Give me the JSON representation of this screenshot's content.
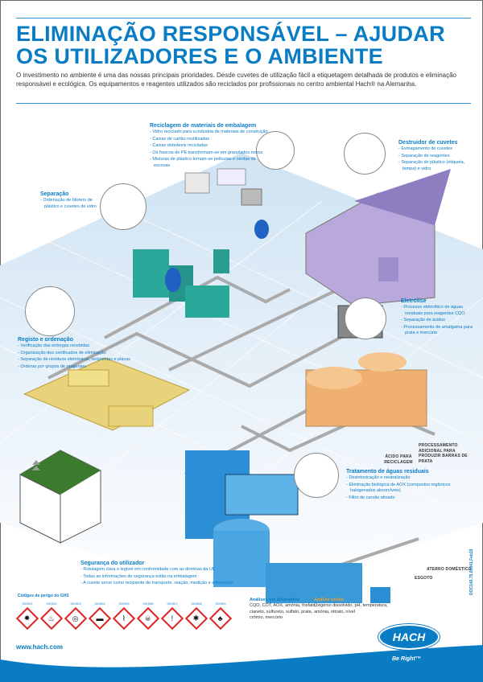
{
  "header": {
    "title_line1": "ELIMINAÇÃO RESPONSÁVEL – AJUDAR",
    "title_line2": "OS UTILIZADORES E O AMBIENTE",
    "intro": "O investimento no ambiente é uma das nossas principais prioridades. Desde cuvetes de utilização fácil a etiquetagem detalhada de produtos e eliminação responsável e ecológica. Os equipamentos e reagentes utilizados são reciclados por profissionais no centro ambiental Hach® na Alemanha."
  },
  "sections": {
    "packaging": {
      "heading": "Reciclagem de materiais de embalagem",
      "items": [
        "Vidro reciclado para a indústria de materiais de construção",
        "Caixas de cartão reutilizadas",
        "Caixas dobráveis recicladas",
        "Os frascos de PE transformam-se em granulados novos",
        "Misturas de plástico tornam-se películas e cerdas de escovas"
      ]
    },
    "shredder": {
      "heading": "Destruidor de cuvetes",
      "items": [
        "Esmagamento de cuvetes",
        "Separação de reagentes",
        "Separação de plástico (etiqueta, tampa) e vidro"
      ]
    },
    "separation": {
      "heading": "Separação",
      "items": [
        "Ordenação de blisters de plástico e cuvetes de vidro"
      ]
    },
    "electrolysis": {
      "heading": "Eletrólise",
      "items": [
        "Processo eletrolítico de águas residuais para reagentes CQO",
        "Separação de ácidos",
        "Processamento de amálgama para prata e mercúrio"
      ]
    },
    "registration": {
      "heading": "Registo e ordenação",
      "items": [
        "Verificação das entregas recebidas",
        "Organização dos certificados de eliminação",
        "Separação de resíduos eletrónicos, recipientes e placas",
        "Ordenar por grupos de reagentes"
      ]
    },
    "wastewater": {
      "heading": "Tratamento de águas residuais",
      "items": [
        "Desintoxicação e neutralização",
        "Eliminação biológica de AOX (compostos orgânicos halogenados absorvíveis)",
        "Filtro de carvão ativado"
      ]
    },
    "user_safety": {
      "heading": "Segurança do utilizador",
      "items": [
        "Rotulagem clara e legível em conformidade com as diretivas da UE",
        "Todas as informações de segurança estão na embalagem",
        "A cuvete serve como recipiente de transporte, reação, medição e eliminação"
      ]
    },
    "lab_analysis": {
      "heading": "Análises em laboratório",
      "text": "CQO, COT, AOX, amónia, fosfato, cianeto, sulfureto, sulfato, prata, crómio, mercúrio"
    },
    "online_analysis": {
      "heading": "Análise online",
      "text": "Oxigénio dissolvido, pH, temperatura, amónia, nitrato, nível"
    }
  },
  "callouts": {
    "silver": "PROCESSAMENTO ADICIONAL PARA PRODUZIR BARRAS DE PRATA",
    "acid": "ÁCIDO PARA RECICLAGEM",
    "landfill": "ATERRO DOMÉSTICO",
    "sewer": "ESGOTO"
  },
  "ghs": {
    "title": "Códigos de perigo do GHS",
    "symbols": [
      {
        "code": "GHS01",
        "icon": "exploding-bomb"
      },
      {
        "code": "GHS02",
        "icon": "flame"
      },
      {
        "code": "GHS03",
        "icon": "flame-over-circle"
      },
      {
        "code": "GHS04",
        "icon": "gas-cylinder"
      },
      {
        "code": "GHS05",
        "icon": "corrosion"
      },
      {
        "code": "GHS06",
        "icon": "skull-crossbones"
      },
      {
        "code": "GHS07",
        "icon": "exclamation-mark"
      },
      {
        "code": "GHS08",
        "icon": "health-hazard"
      },
      {
        "code": "GHS09",
        "icon": "environment"
      }
    ]
  },
  "footer": {
    "url": "www.hach.com",
    "logo": "HACH",
    "tagline": "Be Right™",
    "doc_id": "DOC140.75.00041.Feb18"
  },
  "colors": {
    "brand_blue": "#0a7cc4",
    "orange": "#f0a020",
    "hazard_red": "#dd2222"
  }
}
